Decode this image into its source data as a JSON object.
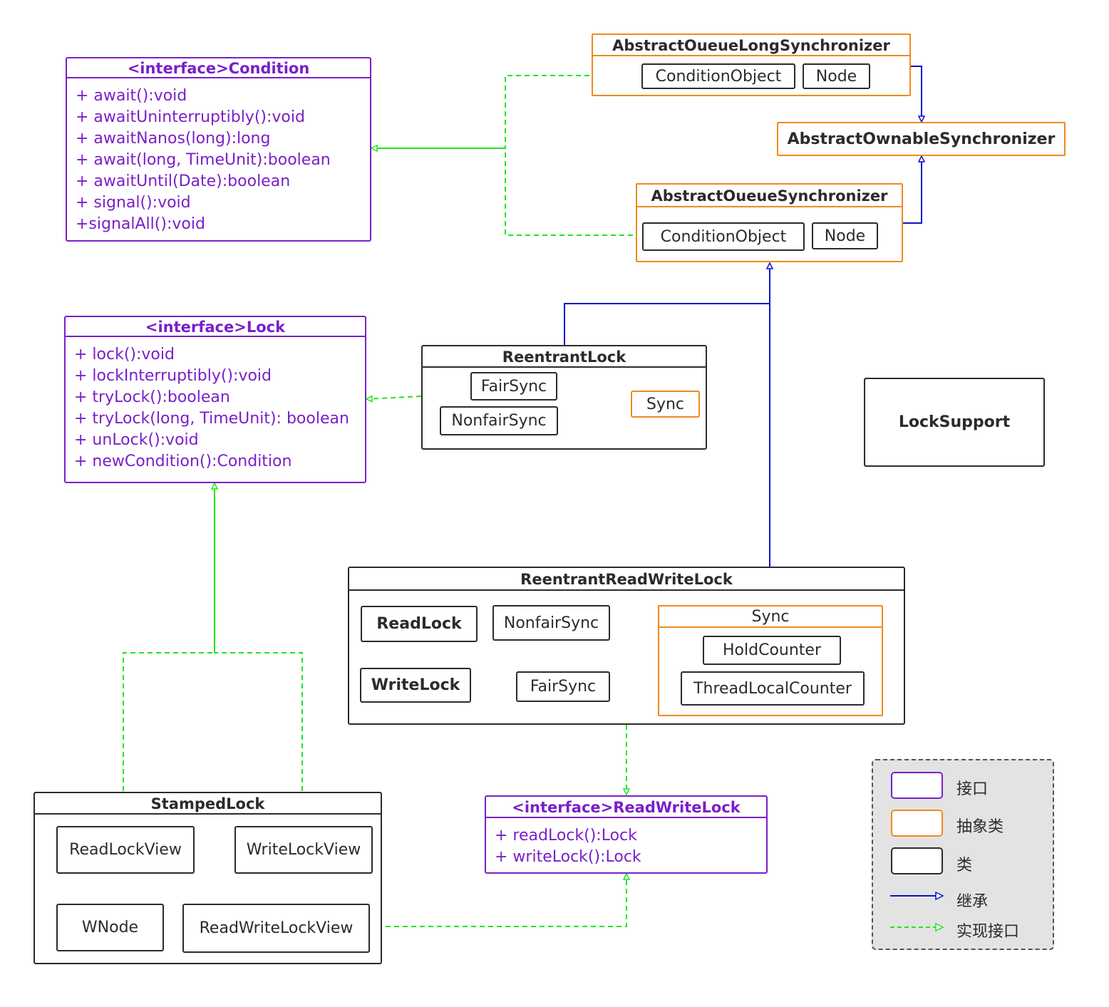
{
  "condition": {
    "title": "<interface>Condition",
    "methods": [
      "+ await():void",
      "+ awaitUninterruptibly():void",
      "+ awaitNanos(long):long",
      "+ await(long, TimeUnit):boolean",
      "+ awaitUntil(Date):boolean",
      "+ signal():void",
      "+signalAll():void"
    ]
  },
  "lock": {
    "title": "<interface>Lock",
    "methods": [
      "+ lock():void",
      "+ lockInterruptibly():void",
      "+ tryLock():boolean",
      "+ tryLock(long, TimeUnit): boolean",
      "+ unLock():void",
      "+ newCondition():Condition"
    ]
  },
  "aqls": {
    "title": "AbstractOueueLongSynchronizer",
    "condition_object": "ConditionObject",
    "node": "Node"
  },
  "aos": {
    "title": "AbstractOwnableSynchronizer"
  },
  "aqs": {
    "title": "AbstractOueueSynchronizer",
    "condition_object": "ConditionObject",
    "node": "Node"
  },
  "reentrant_lock": {
    "title": "ReentrantLock",
    "fair_sync": "FairSync",
    "nonfair_sync": "NonfairSync",
    "sync": "Sync"
  },
  "lock_support": {
    "title": "LockSupport"
  },
  "rrwl": {
    "title": "ReentrantReadWriteLock",
    "read_lock": "ReadLock",
    "write_lock": "WriteLock",
    "nonfair_sync": "NonfairSync",
    "fair_sync": "FairSync",
    "sync": "Sync",
    "hold_counter": "HoldCounter",
    "thread_local_counter": "ThreadLocalCounter"
  },
  "stamped_lock": {
    "title": "StampedLock",
    "read_lock_view": "ReadLockView",
    "write_lock_view": "WriteLockView",
    "wnode": "WNode",
    "read_write_lock_view": "ReadWriteLockView"
  },
  "rwl": {
    "title": "<interface>ReadWriteLock",
    "methods": [
      "+ readLock():Lock",
      "+ writeLock():Lock"
    ]
  },
  "legend": {
    "interface": "接口",
    "abstract_class": "抽象类",
    "class": "类",
    "inherit": "继承",
    "implement": "实现接口"
  },
  "colors": {
    "interface": "#7a1fc9",
    "abstract": "#f08a1c",
    "class": "#2b2b2b",
    "inherit": "#0a14c8",
    "implement": "#1ee61e"
  }
}
